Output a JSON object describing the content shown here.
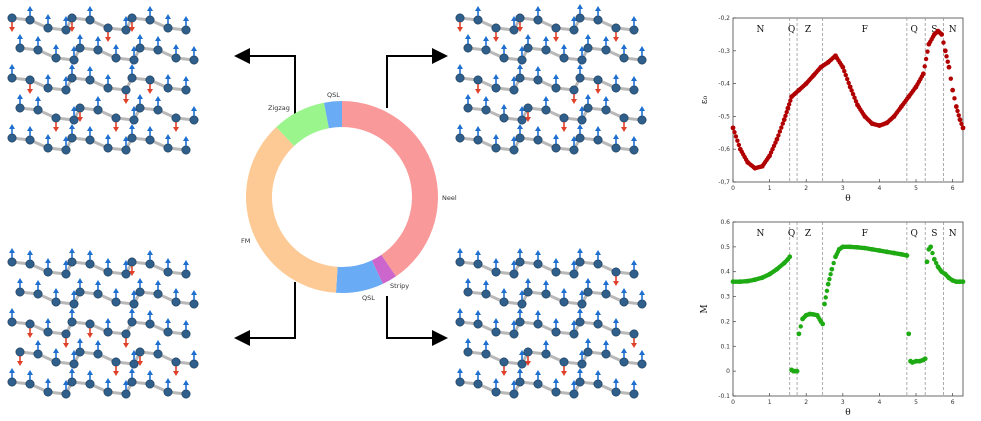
{
  "colors": {
    "spin_up": "#1e6fd0",
    "spin_down": "#e0412b",
    "atom": "#2f5f8a",
    "bond": "#b8b8b8",
    "neel": "#f99999",
    "stripy": "#cc66cc",
    "qsl": "#6aabf5",
    "fm": "#fdca95",
    "zigzag": "#9af58c",
    "energy": "#b10000",
    "moment": "#1eaa12"
  },
  "donut": {
    "segments": [
      {
        "label": "Neel",
        "color": "#f99999",
        "value": 40.5
      },
      {
        "label": "Stripy",
        "color": "#cc66cc",
        "value": 2.5
      },
      {
        "label": "QSL",
        "color": "#6aabf5",
        "value": 8
      },
      {
        "label": "FM",
        "color": "#fdca95",
        "value": 37
      },
      {
        "label": "Zigzag",
        "color": "#9af58c",
        "value": 9
      },
      {
        "label": "QSL",
        "color": "#6aabf5",
        "value": 3
      }
    ]
  },
  "chart_data": [
    {
      "type": "scatter",
      "xlabel": "θ",
      "ylabel": "ε₀",
      "xlim": [
        0,
        6.283
      ],
      "ylim": [
        -0.7,
        -0.2
      ],
      "xticks": [
        0,
        1,
        2,
        3,
        4,
        5,
        6
      ],
      "yticks": [
        -0.2,
        -0.3,
        -0.4,
        -0.5,
        -0.6,
        -0.7
      ],
      "ytick_labels": [
        "-0,2",
        "-0,3",
        "-0,4",
        "-0,5",
        "-0,6",
        "-0,7"
      ],
      "phase_boundaries": [
        1.55,
        1.75,
        2.45,
        4.75,
        5.25,
        5.75
      ],
      "phase_labels": [
        {
          "text": "N",
          "x": 0.75
        },
        {
          "text": "Q",
          "x": 1.6
        },
        {
          "text": "Z",
          "x": 2.05
        },
        {
          "text": "F",
          "x": 3.6
        },
        {
          "text": "Q",
          "x": 4.95
        },
        {
          "text": "S",
          "x": 5.5
        },
        {
          "text": "N",
          "x": 6.0
        }
      ],
      "series": [
        {
          "color": "#b10000",
          "x": [
            0,
            0.2,
            0.4,
            0.6,
            0.8,
            1.0,
            1.2,
            1.4,
            1.5,
            1.6,
            1.8,
            2.0,
            2.2,
            2.4,
            2.6,
            2.8,
            3.0,
            3.2,
            3.4,
            3.6,
            3.8,
            4.0,
            4.2,
            4.4,
            4.6,
            4.8,
            5.0,
            5.2,
            5.35,
            5.5,
            5.6,
            5.7,
            5.8,
            5.9,
            6.0,
            6.1,
            6.2,
            6.283
          ],
          "y": [
            -0.535,
            -0.6,
            -0.64,
            -0.658,
            -0.652,
            -0.62,
            -0.57,
            -0.51,
            -0.475,
            -0.44,
            -0.42,
            -0.4,
            -0.375,
            -0.35,
            -0.335,
            -0.315,
            -0.35,
            -0.41,
            -0.465,
            -0.5,
            -0.522,
            -0.528,
            -0.52,
            -0.5,
            -0.47,
            -0.44,
            -0.41,
            -0.37,
            -0.28,
            -0.25,
            -0.24,
            -0.25,
            -0.3,
            -0.35,
            -0.42,
            -0.47,
            -0.51,
            -0.535
          ]
        }
      ]
    },
    {
      "type": "scatter",
      "xlabel": "θ",
      "ylabel": "M",
      "xlim": [
        0,
        6.283
      ],
      "ylim": [
        -0.1,
        0.6
      ],
      "xticks": [
        0,
        1,
        2,
        3,
        4,
        5,
        6
      ],
      "yticks": [
        -0.1,
        0,
        0.1,
        0.2,
        0.3,
        0.4,
        0.5,
        0.6
      ],
      "ytick_labels": [
        "-0.1",
        "0",
        "0.1",
        "0.2",
        "0.3",
        "0.4",
        "0.5",
        "0.6"
      ],
      "phase_boundaries": [
        1.55,
        1.75,
        2.45,
        4.75,
        5.25,
        5.75
      ],
      "phase_labels": [
        {
          "text": "N",
          "x": 0.75
        },
        {
          "text": "Q",
          "x": 1.6
        },
        {
          "text": "Z",
          "x": 2.05
        },
        {
          "text": "F",
          "x": 3.6
        },
        {
          "text": "Q",
          "x": 4.95
        },
        {
          "text": "S",
          "x": 5.5
        },
        {
          "text": "N",
          "x": 6.0
        }
      ],
      "series": [
        {
          "color": "#1eaa12",
          "x": [
            0,
            0.2,
            0.4,
            0.6,
            0.8,
            1.0,
            1.2,
            1.4,
            1.5,
            1.55,
            1.6,
            1.65,
            1.7,
            1.75,
            1.8,
            1.9,
            2.0,
            2.1,
            2.2,
            2.3,
            2.4,
            2.45,
            2.5,
            2.6,
            2.7,
            2.8,
            2.9,
            3.0,
            3.2,
            3.4,
            3.6,
            3.8,
            4.0,
            4.2,
            4.4,
            4.6,
            4.75,
            4.8,
            4.85,
            4.9,
            5.0,
            5.1,
            5.2,
            5.25,
            5.3,
            5.35,
            5.4,
            5.5,
            5.6,
            5.7,
            5.8,
            5.9,
            6.0,
            6.1,
            6.2,
            6.283
          ],
          "y": [
            0.36,
            0.36,
            0.362,
            0.368,
            0.376,
            0.39,
            0.41,
            0.435,
            0.45,
            0.46,
            0.005,
            0.0,
            0.0,
            0.0,
            0.15,
            0.21,
            0.225,
            0.23,
            0.228,
            0.225,
            0.2,
            0.19,
            0.27,
            0.35,
            0.41,
            0.46,
            0.49,
            0.5,
            0.5,
            0.498,
            0.495,
            0.49,
            0.485,
            0.48,
            0.475,
            0.47,
            0.465,
            0.15,
            0.04,
            0.035,
            0.04,
            0.04,
            0.045,
            0.05,
            0.44,
            0.49,
            0.5,
            0.45,
            0.42,
            0.4,
            0.39,
            0.375,
            0.365,
            0.36,
            0.36,
            0.36
          ]
        }
      ]
    }
  ]
}
